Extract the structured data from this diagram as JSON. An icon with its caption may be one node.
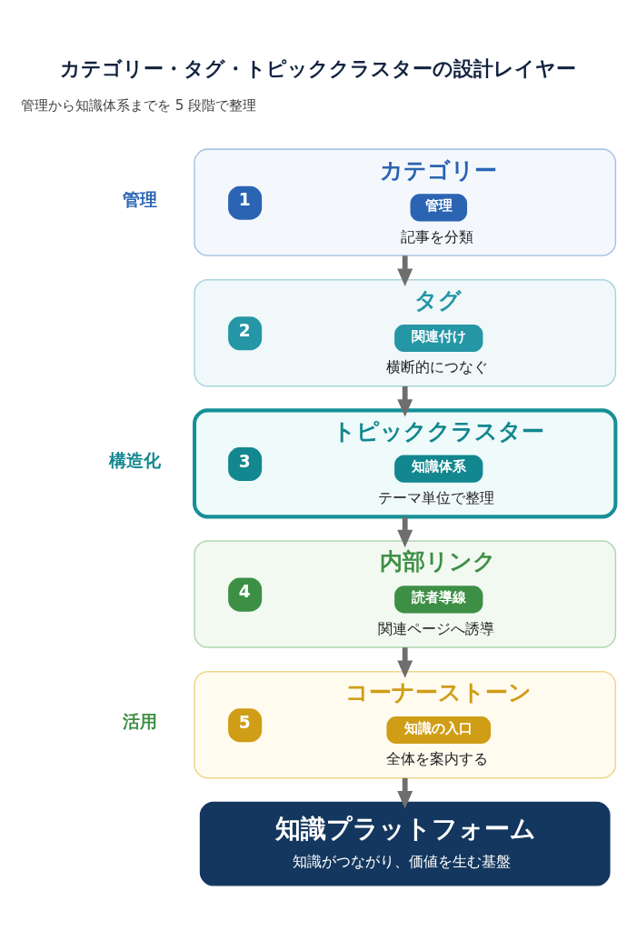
{
  "diagram": {
    "title": "カテゴリー・タグ・トピッククラスターの設計レイヤー",
    "nodes": [
      {
        "text": [
          "1",
          "カテゴリー",
          "管理",
          "記事を分類"
        ]
      },
      {
        "text": [
          "2",
          "タグ",
          "関連付け",
          "横断的につなぐ"
        ]
      },
      {
        "text": [
          "3",
          "トピッククラスター",
          "知識体系",
          "テーマ単位で整理"
        ]
      },
      {
        "text": [
          "4",
          "内部リンク",
          "読者導線",
          "関連ページへ誘導"
        ]
      },
      {
        "text": [
          "5",
          "コーナーストーン",
          "知識の入口",
          "全体を案内する"
        ]
      },
      {
        "text": [
          "知識プラットフォーム",
          "知識がつながり、価値を生む基盤"
        ]
      }
    ],
    "edges": [
      {
        "from": 0,
        "to": 1,
        "arrow": "to"
      },
      {
        "from": 1,
        "to": 2,
        "arrow": "to"
      },
      {
        "from": 2,
        "to": 3,
        "arrow": "to"
      },
      {
        "from": 3,
        "to": 4,
        "arrow": "to"
      },
      {
        "from": 4,
        "to": 5,
        "arrow": "to"
      }
    ],
    "labels": [
      "管理から知識体系までを 5 段階で整理",
      "管理",
      "構造化",
      "活用"
    ]
  }
}
